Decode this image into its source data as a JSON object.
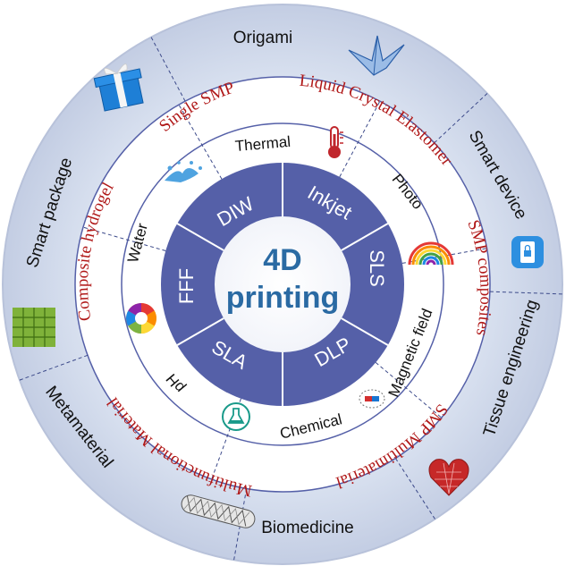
{
  "center": {
    "line1": "4D",
    "line2": "printing"
  },
  "methods": [
    "Inkjet",
    "SLS",
    "DLP",
    "SLA",
    "FFF",
    "DIW"
  ],
  "stimuli": [
    "Thermal",
    "Photo",
    "Magnetic field",
    "Chemical",
    "pH",
    "Water"
  ],
  "materials": [
    "Liquid Crystal Elastomer",
    "SMP composites",
    "SMP Multimaterial",
    "Multifunctional Material",
    "Composite hydrogel",
    "Single SMP"
  ],
  "applications": [
    "Origami",
    "Smart device",
    "Tissue engineering",
    "Biomedicine",
    "Metamaterial",
    "Smart package"
  ],
  "icons": {
    "stimuli": [
      "thermometer-icon",
      "rainbow-icon",
      "magnet-icon",
      "flask-icon",
      "ph-color-wheel-icon",
      "water-splash-icon"
    ],
    "applications": [
      "paper-crane-icon",
      "smartphone-lock-icon",
      "heart-scaffold-icon",
      "stent-icon",
      "lattice-cube-icon",
      "gift-box-icon"
    ]
  },
  "colors": {
    "method_ring": "#5560a8",
    "material_text": "#b01818",
    "outer_ring": "#d7dfef",
    "center_text": "#2a6aa3"
  }
}
